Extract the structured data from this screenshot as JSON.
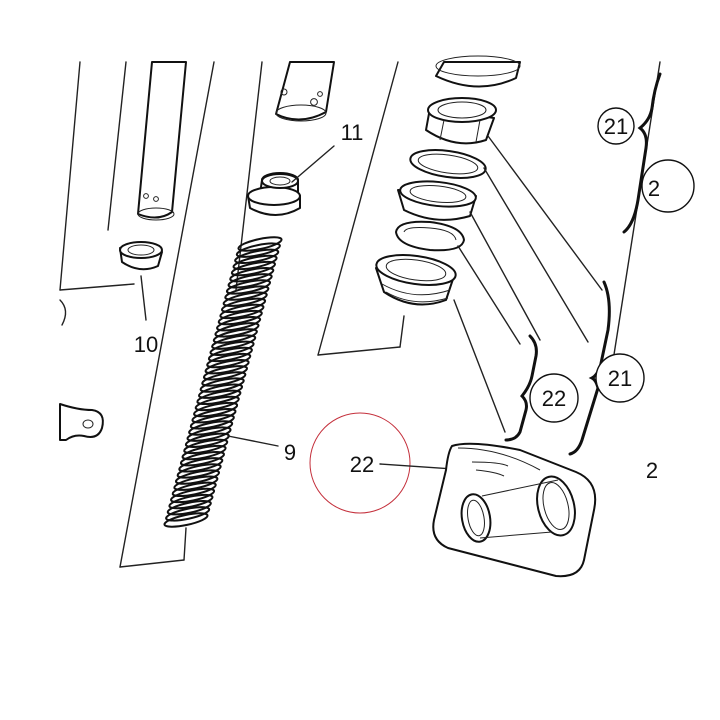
{
  "labels": {
    "part_9": "9",
    "part_10": "10",
    "part_11": "11",
    "part_21_top": "21",
    "part_21_right": "21",
    "part_22_circle": "22",
    "part_22_highlight": "22",
    "partial_top_right": "2",
    "partial_right": "2"
  },
  "colors": {
    "line": "#222222",
    "highlight_ring": "#c4303c"
  }
}
